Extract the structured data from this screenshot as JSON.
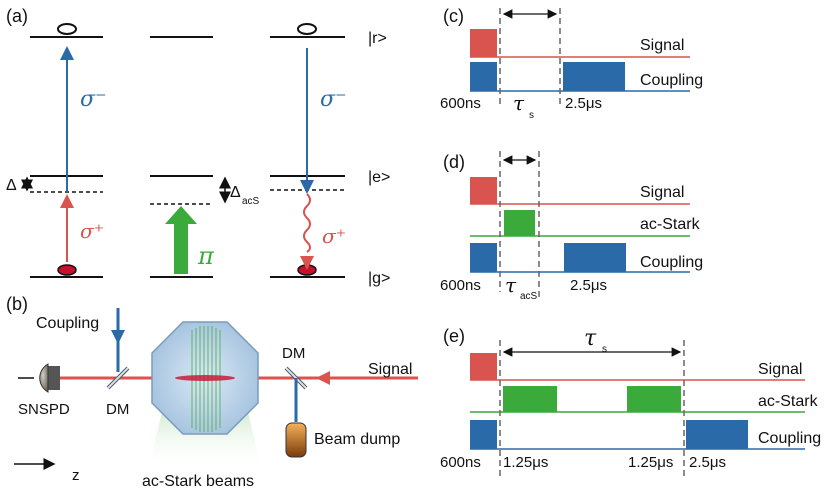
{
  "colors": {
    "red": "#d9534f",
    "blue": "#2a6aa8",
    "green": "#3aaa3a",
    "black": "#111111",
    "dashed": "#666666"
  },
  "panel_a": {
    "label": "(a)",
    "level_r": "|r>",
    "level_e": "|e>",
    "level_g": "|g>",
    "sigma_minus_left": "σ⁻",
    "sigma_plus_left": "σ⁺",
    "delta": "Δ",
    "delta_acs": "Δ",
    "delta_acs_sub": "acS",
    "pi": "π",
    "sigma_minus_right": "σ⁻",
    "sigma_plus_right": "σ⁺"
  },
  "panel_b": {
    "label": "(b)",
    "coupling": "Coupling",
    "dm_left": "DM",
    "dm_right": "DM",
    "snspd": "SNSPD",
    "signal": "Signal",
    "beam_dump": "Beam dump",
    "z": "z",
    "ac_stark_beams": "ac-Stark beams",
    "colors_note": "lens cell is blue octagon with green vertical fringes"
  },
  "panel_c": {
    "label": "(c)",
    "signal": "Signal",
    "coupling": "Coupling",
    "t600": "600ns",
    "tau": "τ",
    "tau_sub": "s",
    "t25": "2.5μs"
  },
  "panel_d": {
    "label": "(d)",
    "signal": "Signal",
    "ac_stark": "ac-Stark",
    "coupling": "Coupling",
    "t600": "600ns",
    "tau": "τ",
    "tau_sub": "acS",
    "t25": "2.5μs"
  },
  "panel_e": {
    "label": "(e)",
    "signal": "Signal",
    "ac_stark": "ac-Stark",
    "coupling": "Coupling",
    "t600": "600ns",
    "t125a": "1.25μs",
    "t125b": "1.25μs",
    "t25": "2.5μs",
    "tau": "τ",
    "tau_sub": "s"
  }
}
